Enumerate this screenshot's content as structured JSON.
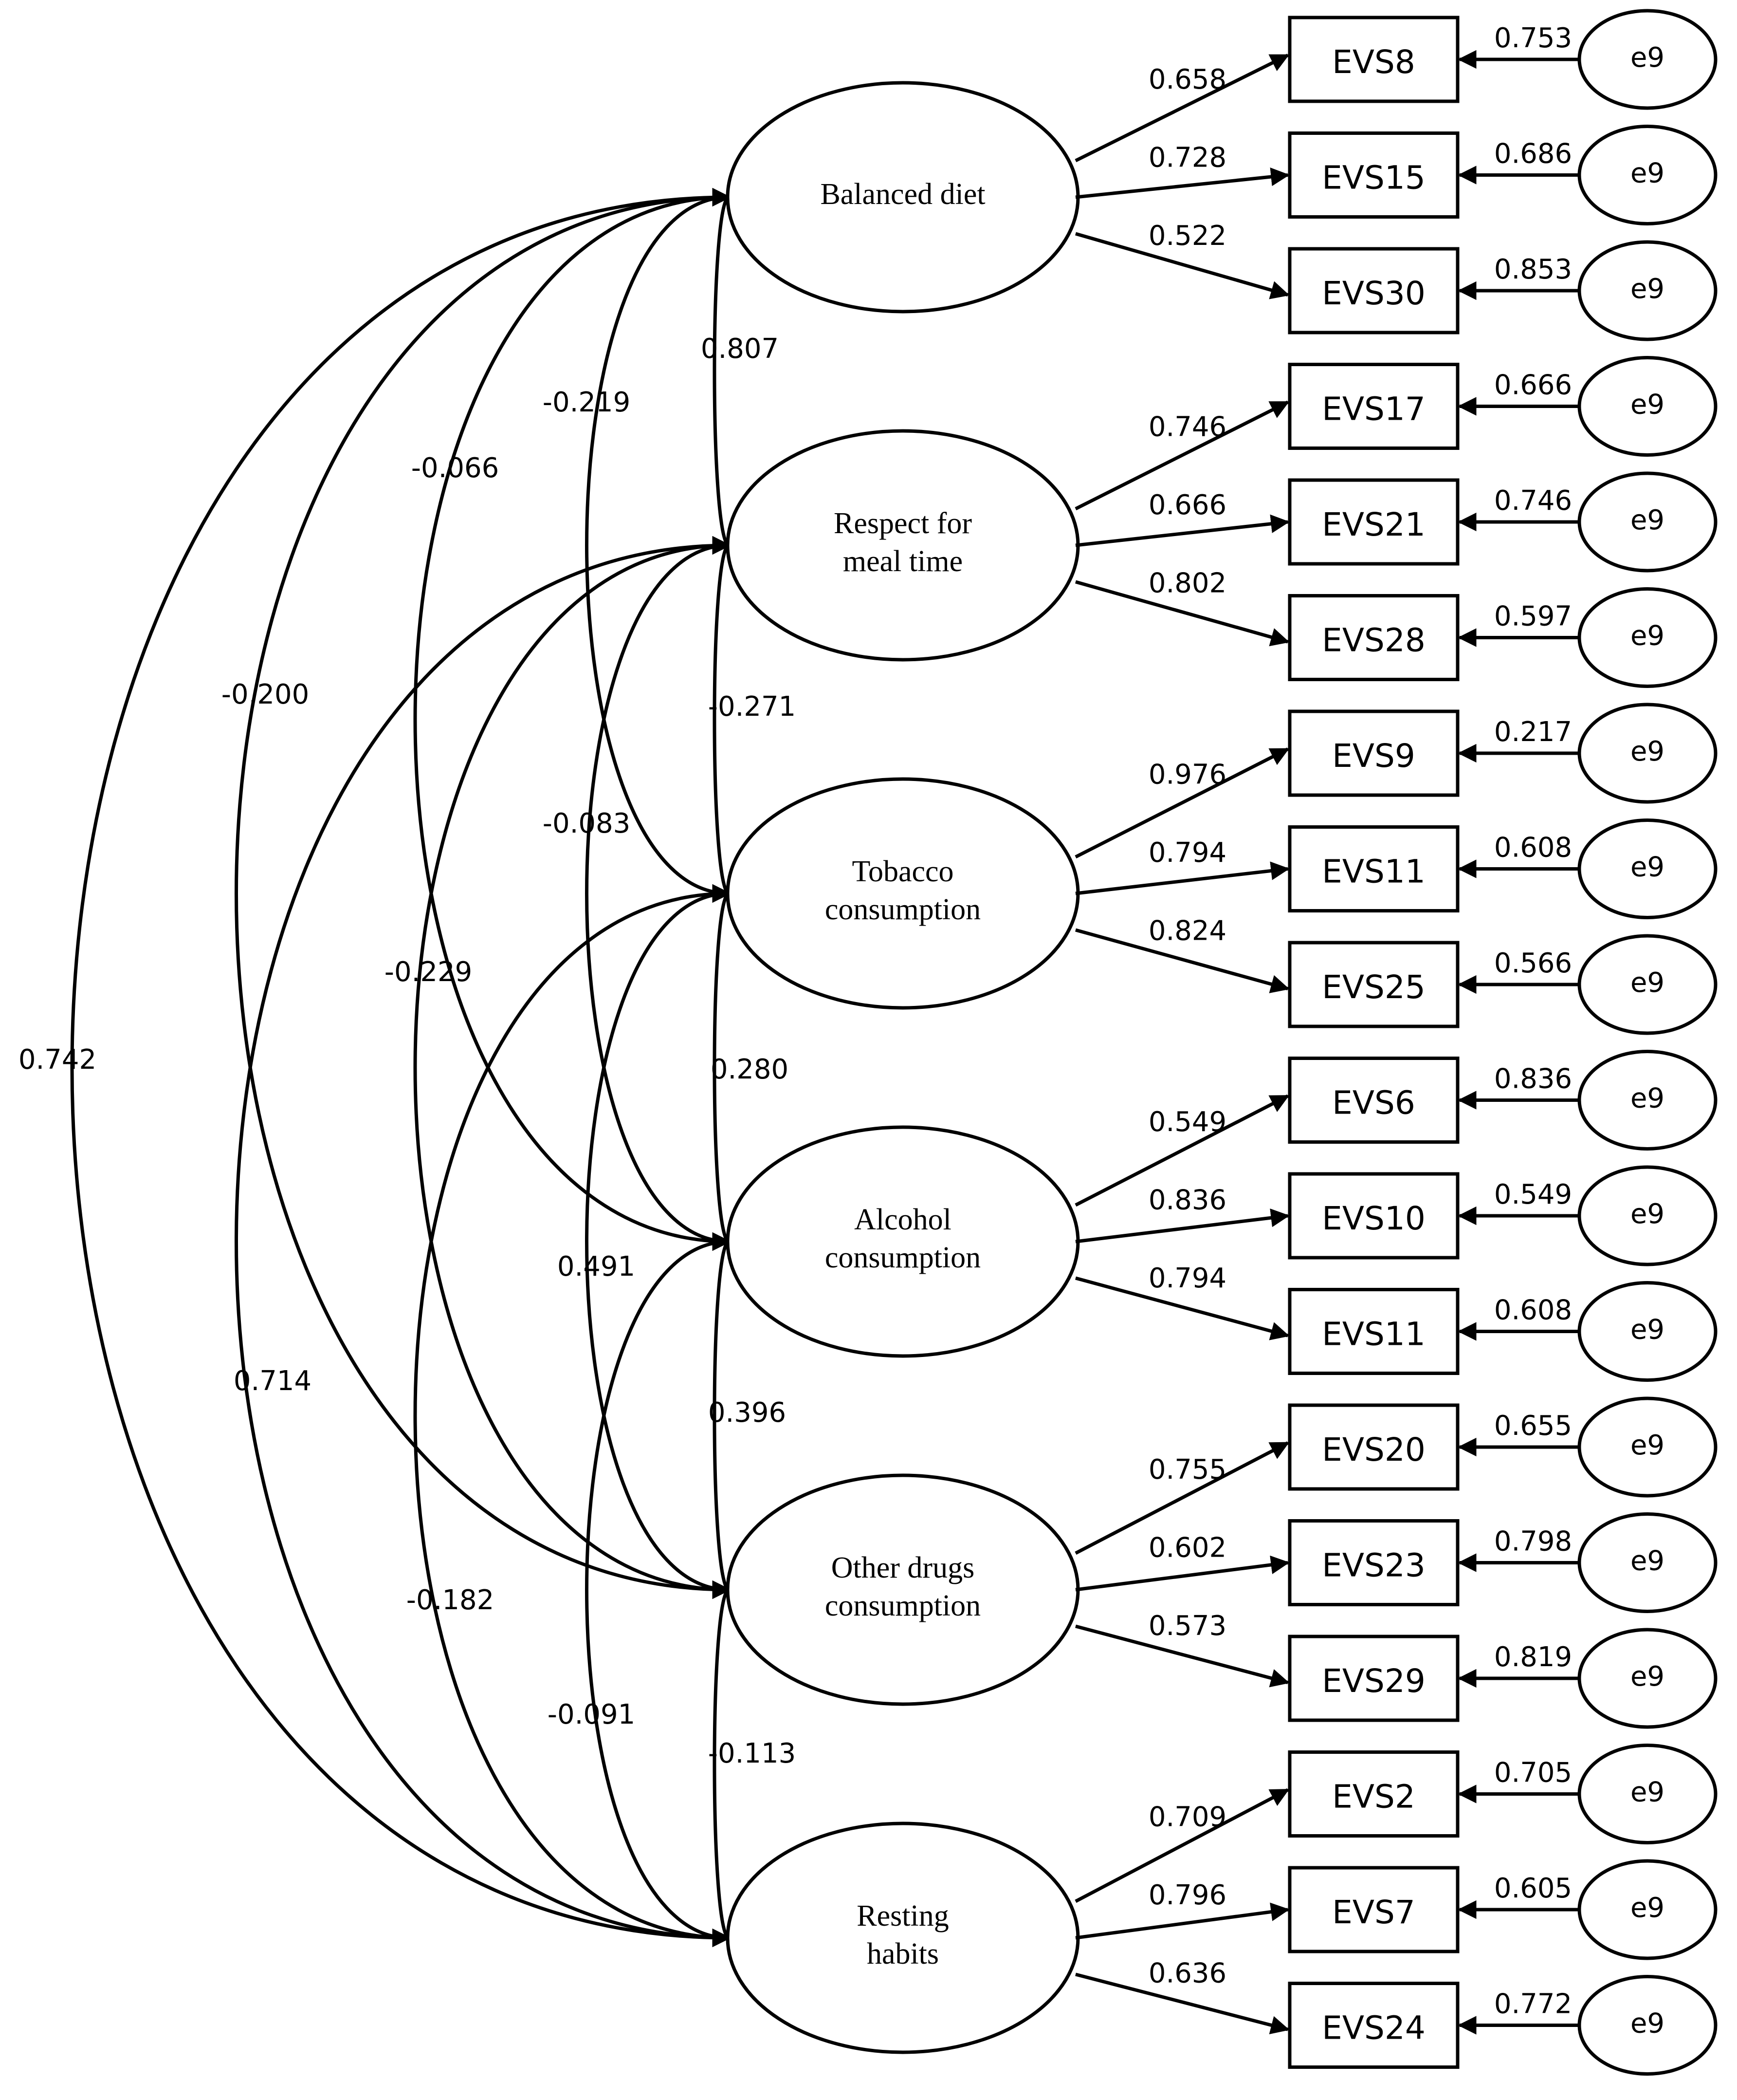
{
  "latents": [
    {
      "label_lines": [
        "Balanced diet"
      ]
    },
    {
      "label_lines": [
        "Respect for",
        "meal time"
      ]
    },
    {
      "label_lines": [
        "Tobacco",
        "consumption"
      ]
    },
    {
      "label_lines": [
        "Alcohol",
        "consumption"
      ]
    },
    {
      "label_lines": [
        "Other drugs",
        "consumption"
      ]
    },
    {
      "label_lines": [
        "Resting",
        "habits"
      ]
    }
  ],
  "indicators": [
    {
      "latent": 0,
      "name": "EVS8",
      "loading": "0.658",
      "error": "e9",
      "error_loading": "0.753"
    },
    {
      "latent": 0,
      "name": "EVS15",
      "loading": "0.728",
      "error": "e9",
      "error_loading": "0.686"
    },
    {
      "latent": 0,
      "name": "EVS30",
      "loading": "0.522",
      "error": "e9",
      "error_loading": "0.853"
    },
    {
      "latent": 1,
      "name": "EVS17",
      "loading": "0.746",
      "error": "e9",
      "error_loading": "0.666"
    },
    {
      "latent": 1,
      "name": "EVS21",
      "loading": "0.666",
      "error": "e9",
      "error_loading": "0.746"
    },
    {
      "latent": 1,
      "name": "EVS28",
      "loading": "0.802",
      "error": "e9",
      "error_loading": "0.597"
    },
    {
      "latent": 2,
      "name": "EVS9",
      "loading": "0.976",
      "error": "e9",
      "error_loading": "0.217"
    },
    {
      "latent": 2,
      "name": "EVS11",
      "loading": "0.794",
      "error": "e9",
      "error_loading": "0.608"
    },
    {
      "latent": 2,
      "name": "EVS25",
      "loading": "0.824",
      "error": "e9",
      "error_loading": "0.566"
    },
    {
      "latent": 3,
      "name": "EVS6",
      "loading": "0.549",
      "error": "e9",
      "error_loading": "0.836"
    },
    {
      "latent": 3,
      "name": "EVS10",
      "loading": "0.836",
      "error": "e9",
      "error_loading": "0.549"
    },
    {
      "latent": 3,
      "name": "EVS11",
      "loading": "0.794",
      "error": "e9",
      "error_loading": "0.608"
    },
    {
      "latent": 4,
      "name": "EVS20",
      "loading": "0.755",
      "error": "e9",
      "error_loading": "0.655"
    },
    {
      "latent": 4,
      "name": "EVS23",
      "loading": "0.602",
      "error": "e9",
      "error_loading": "0.798"
    },
    {
      "latent": 4,
      "name": "EVS29",
      "loading": "0.573",
      "error": "e9",
      "error_loading": "0.819"
    },
    {
      "latent": 5,
      "name": "EVS2",
      "loading": "0.709",
      "error": "e9",
      "error_loading": "0.705"
    },
    {
      "latent": 5,
      "name": "EVS7",
      "loading": "0.796",
      "error": "e9",
      "error_loading": "0.605"
    },
    {
      "latent": 5,
      "name": "EVS24",
      "loading": "0.636",
      "error": "e9",
      "error_loading": "0.772"
    }
  ],
  "correlations": [
    {
      "from": 0,
      "to": 1,
      "value": "0.807"
    },
    {
      "from": 1,
      "to": 2,
      "value": "-0.271"
    },
    {
      "from": 2,
      "to": 3,
      "value": "0.280"
    },
    {
      "from": 3,
      "to": 4,
      "value": "0.396"
    },
    {
      "from": 4,
      "to": 5,
      "value": "-0.113"
    },
    {
      "from": 0,
      "to": 2,
      "value": "-0.219"
    },
    {
      "from": 1,
      "to": 3,
      "value": "-0.083"
    },
    {
      "from": 2,
      "to": 4,
      "value": "0.491"
    },
    {
      "from": 3,
      "to": 5,
      "value": "-0.091"
    },
    {
      "from": 0,
      "to": 3,
      "value": "-0.066"
    },
    {
      "from": 1,
      "to": 4,
      "value": "-0.229"
    },
    {
      "from": 2,
      "to": 5,
      "value": "-0.182"
    },
    {
      "from": 0,
      "to": 4,
      "value": "-0.200"
    },
    {
      "from": 1,
      "to": 5,
      "value": "0.714"
    },
    {
      "from": 0,
      "to": 5,
      "value": "0.742"
    }
  ]
}
